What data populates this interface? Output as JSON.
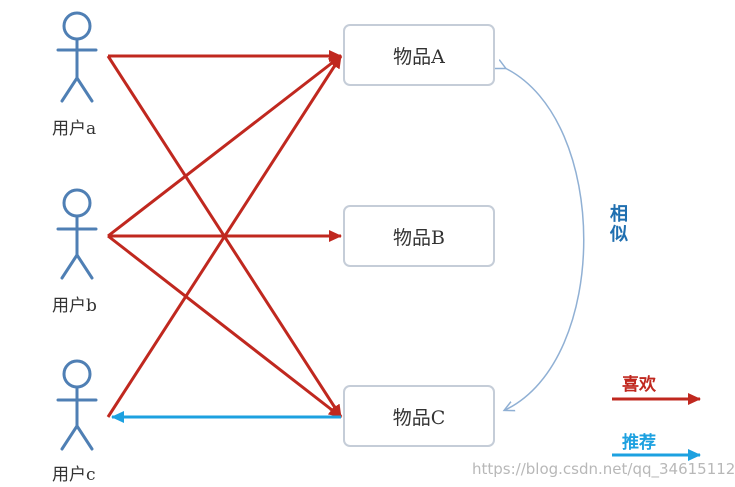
{
  "users": [
    {
      "label": "用户a"
    },
    {
      "label": "用户b"
    },
    {
      "label": "用户c"
    }
  ],
  "items": [
    {
      "label": "物品A"
    },
    {
      "label": "物品B"
    },
    {
      "label": "物品C"
    }
  ],
  "similar_label": "相似",
  "legend": {
    "like": "喜欢",
    "recommend": "推荐"
  },
  "watermark": "https://blog.csdn.net/qq_34615112",
  "colors": {
    "like": "#c0281f",
    "recommend": "#1da1e0",
    "similar": "#90b0d4",
    "figure": "#4f7fb4"
  },
  "relations": {
    "likes": [
      [
        "a",
        "A"
      ],
      [
        "a",
        "C"
      ],
      [
        "b",
        "A"
      ],
      [
        "b",
        "B"
      ],
      [
        "b",
        "C"
      ],
      [
        "c",
        "A"
      ]
    ],
    "recommend": [
      [
        "C",
        "c"
      ]
    ],
    "similar": [
      [
        "A",
        "C"
      ]
    ]
  }
}
